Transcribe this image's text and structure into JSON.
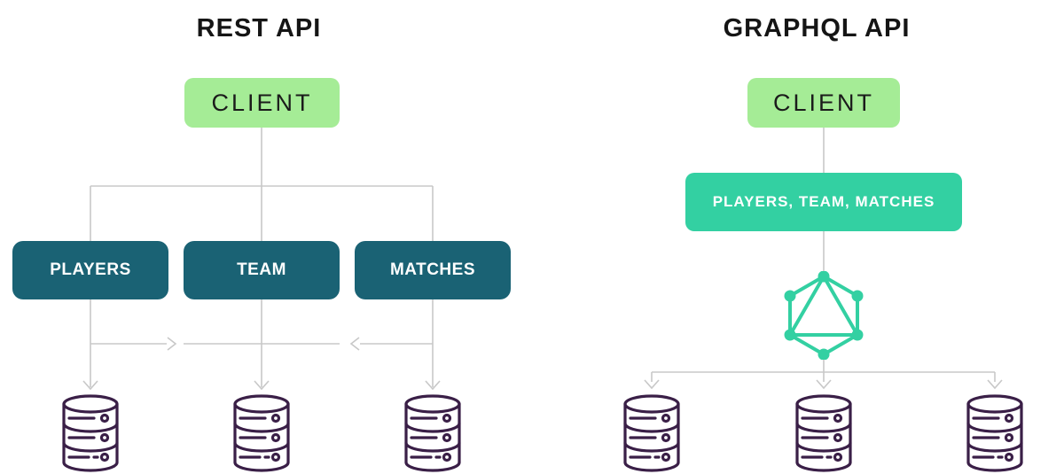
{
  "rest": {
    "title": "REST API",
    "client_label": "CLIENT",
    "endpoints": [
      "PLAYERS",
      "TEAM",
      "MATCHES"
    ],
    "database_count": 3
  },
  "graphql": {
    "title": "GRAPHQL API",
    "client_label": "CLIENT",
    "gateway_label": "PLAYERS, TEAM, MATCHES",
    "database_count": 3
  },
  "icons": [
    "database-icon",
    "graphql-logo-icon",
    "arrow-down-icon",
    "arrow-right-icon",
    "arrow-left-icon"
  ],
  "colors": {
    "client_box_bg": "#a5ec96",
    "endpoint_box_bg": "#1a6274",
    "gateway_box_bg": "#33d0a2",
    "graphql_logo": "#33d0a2",
    "connector_gray": "#c8c8c8",
    "database_outline": "#3a1f47",
    "title_text": "#151515",
    "box_text_light": "#ffffff"
  }
}
